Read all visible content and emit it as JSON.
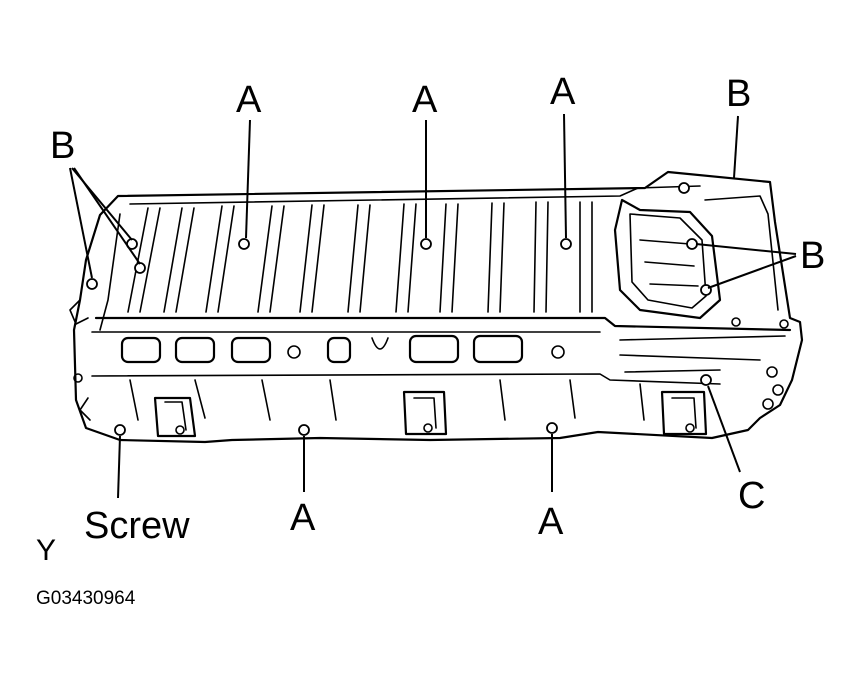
{
  "labels": {
    "a": "A",
    "b": "B",
    "c": "C",
    "screw": "Screw",
    "view_marker": "Y",
    "figure_code": "G03430964"
  }
}
